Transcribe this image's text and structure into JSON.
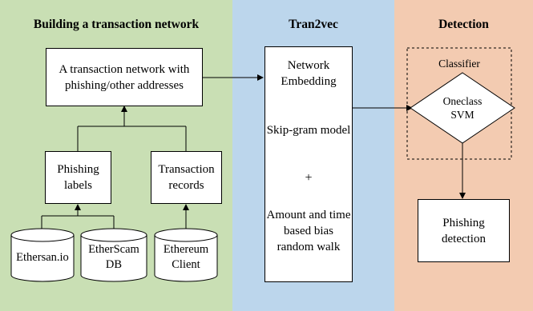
{
  "panels": {
    "building": {
      "title": "Building a transaction network",
      "color": "#c9dfb4"
    },
    "tran2vec": {
      "title": "Tran2vec",
      "color": "#bcd6ec"
    },
    "detection": {
      "title": "Detection",
      "color": "#f3cbb1"
    }
  },
  "building": {
    "network_box": "A transaction network with phishing/other addresses",
    "phishing_labels": "Phishing labels",
    "transaction_records": "Transaction records",
    "sources": [
      "Ethersan.io",
      "EtherScam DB",
      "Ethereum Client"
    ]
  },
  "tran2vec": {
    "embedding": "Network Embedding",
    "skipgram": "Skip-gram model",
    "plus": "+",
    "random_walk": "Amount and time based bias random walk"
  },
  "detection": {
    "classifier": "Classifier",
    "svm": "Oneclass SVM",
    "phishing_detection": "Phishing detection"
  }
}
